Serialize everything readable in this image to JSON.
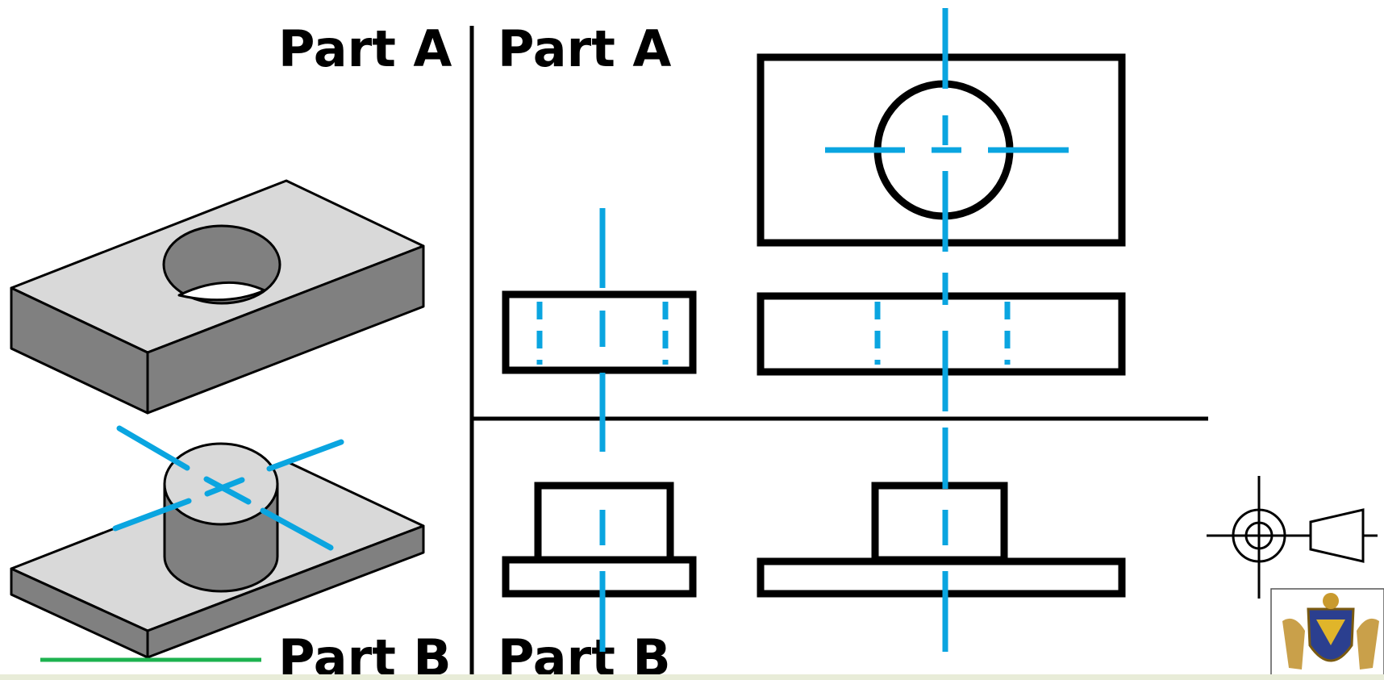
{
  "labels": {
    "isometric_top_label": "Part A",
    "isometric_bottom_label": "Part B",
    "orthographic_top_label": "Part A",
    "orthographic_bottom_label": "Part B"
  },
  "symbols": {
    "projection_symbol": "first-angle-projection-icon",
    "crest": "coat-of-arms-icon"
  },
  "colors": {
    "outline": "#000000",
    "center_line": "#0aa5e0",
    "ground_line": "#1db24f",
    "face_light": "#d9d9d9",
    "face_dark": "#808080",
    "page_background": "#ffffff"
  }
}
